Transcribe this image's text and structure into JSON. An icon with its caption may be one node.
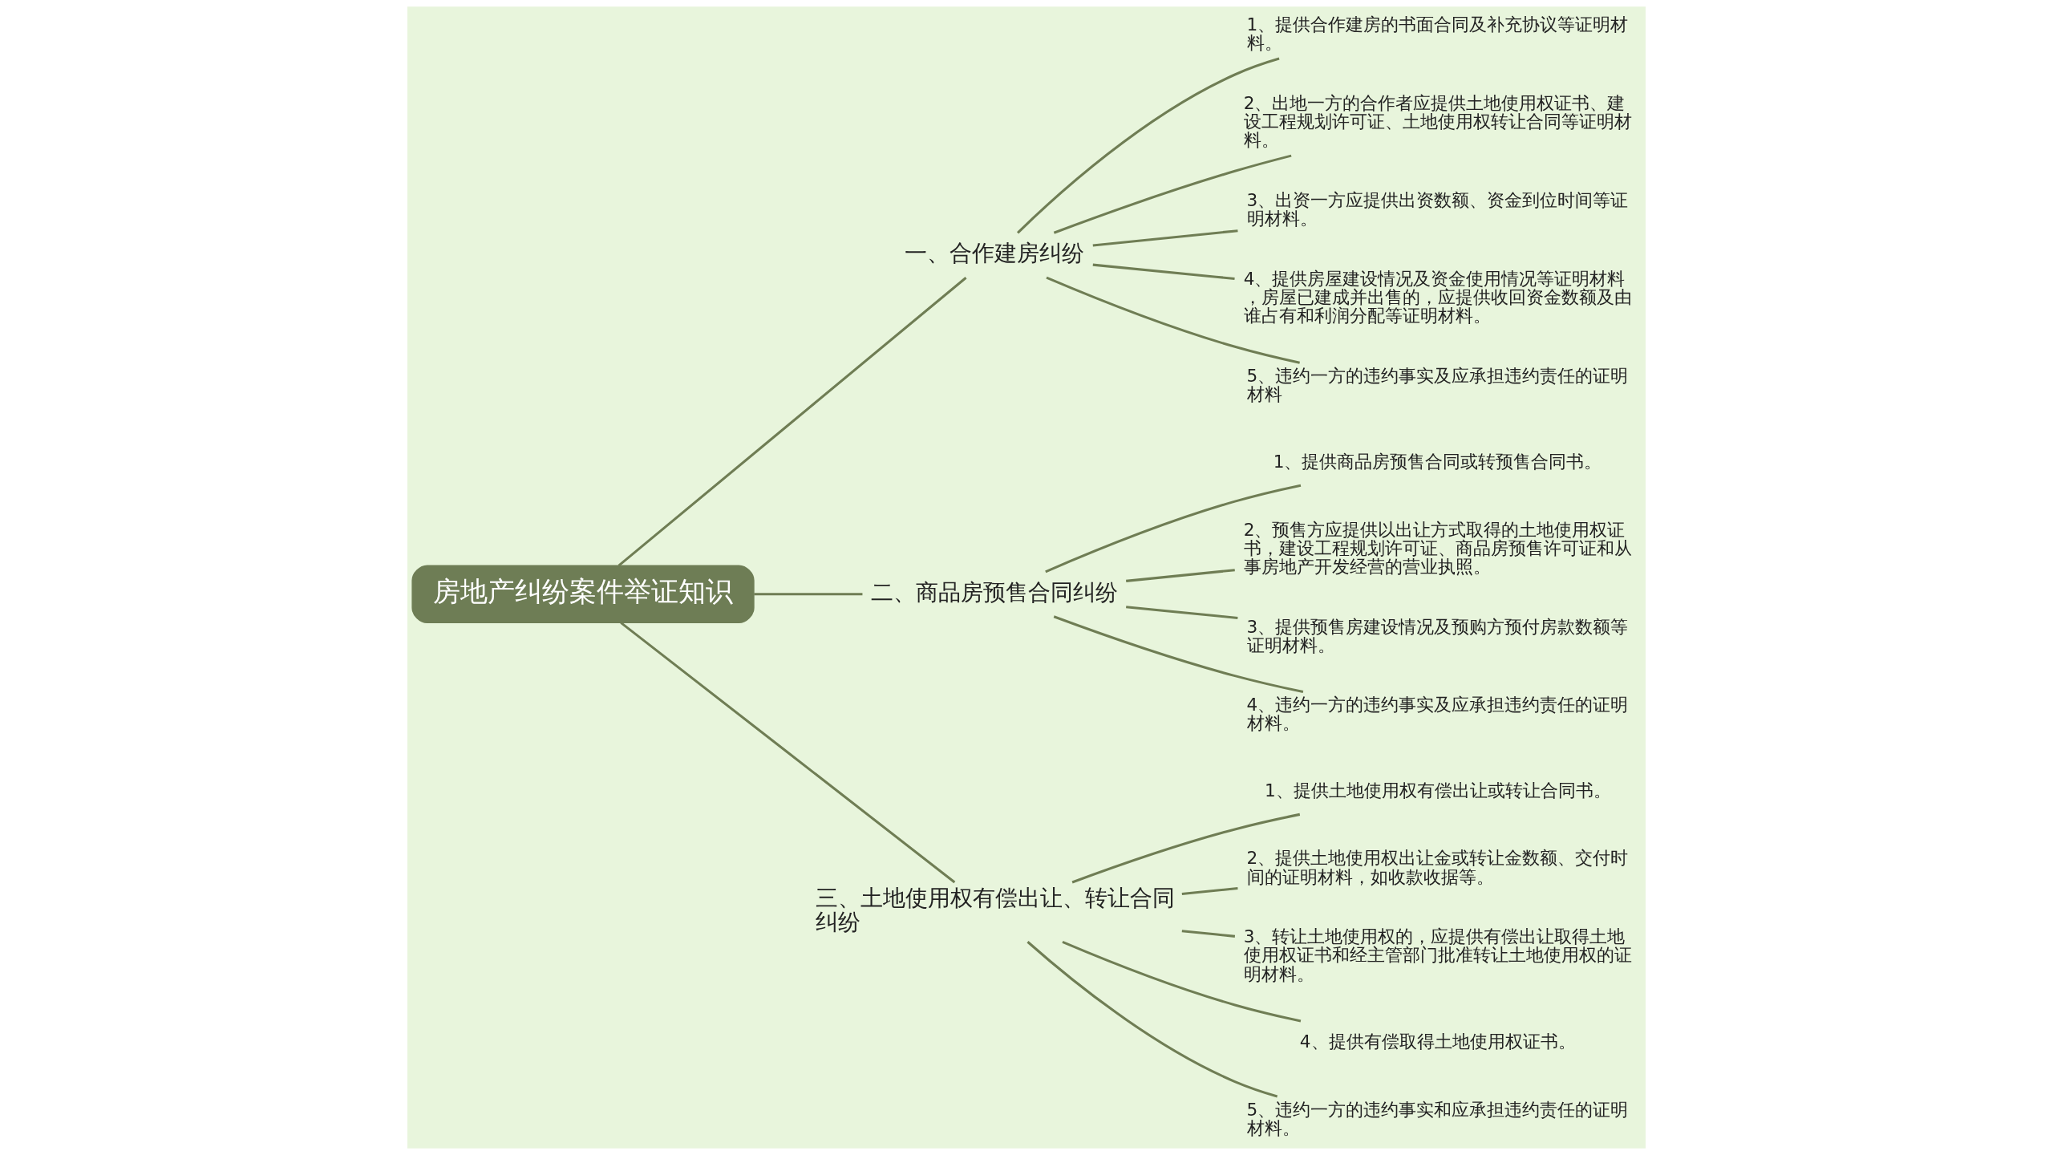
{
  "diagram": {
    "nodes": [
      {
        "text": [
          "房地产纠纷案件举证知识"
        ]
      },
      {
        "text": [
          "一、合作建房纠纷"
        ]
      },
      {
        "text": [
          "1、提供合作建房的书面合同及补充协议等证明材料。"
        ]
      },
      {
        "text": [
          "2、出地一方的合作者应提供土地使用权证书、建设工程规划许可证、土地使用权转让合同等证明材料。"
        ]
      },
      {
        "text": [
          "3、出资一方应提供出资数额、资金到位时间等证明材料。"
        ]
      },
      {
        "text": [
          "4、提供房屋建设情况及资金使用情况等证明材料，房屋已建成并出售的，应提供收回资金数额及由谁占有和利润分配等证明材料。"
        ]
      },
      {
        "text": [
          "5、违约一方的违约事实及应承担违约责任的证明材料"
        ]
      },
      {
        "text": [
          "二、商品房预售合同纠纷"
        ]
      },
      {
        "text": [
          "1、提供商品房预售合同或转预售合同书。"
        ]
      },
      {
        "text": [
          "2、预售方应提供以出让方式取得的土地使用权证书，建设工程规划许可证、商品房预售许可证和从事房地产开发经营的营业执照。"
        ]
      },
      {
        "text": [
          "3、提供预售房建设情况及预购方预付房款数额等证明材料。"
        ]
      },
      {
        "text": [
          "4、违约一方的违约事实及应承担违约责任的证明材料。"
        ]
      },
      {
        "text": [
          "三、土地使用权有偿出让、转让合同纠纷"
        ]
      },
      {
        "text": [
          "1、提供土地使用权有偿出让或转让合同书。"
        ]
      },
      {
        "text": [
          "2、提供土地使用权出让金或转让金数额、交付时间的证明材料，如收款收据等。"
        ]
      },
      {
        "text": [
          "3、转让土地使用权的，应提供有偿出让取得土地使用权证书和经主管部门批准转让土地使用权的证明材料。"
        ]
      },
      {
        "text": [
          "4、提供有偿取得土地使用权证书。"
        ]
      },
      {
        "text": [
          "5、违约一方的违约事实和应承担违约责任的证明材料。"
        ]
      }
    ],
    "edges": [
      {
        "from": 0,
        "to": 1,
        "arrow": "none"
      },
      {
        "from": 1,
        "to": 2,
        "arrow": "none"
      },
      {
        "from": 1,
        "to": 3,
        "arrow": "none"
      },
      {
        "from": 1,
        "to": 4,
        "arrow": "none"
      },
      {
        "from": 1,
        "to": 5,
        "arrow": "none"
      },
      {
        "from": 1,
        "to": 6,
        "arrow": "none"
      },
      {
        "from": 0,
        "to": 7,
        "arrow": "none"
      },
      {
        "from": 7,
        "to": 8,
        "arrow": "none"
      },
      {
        "from": 7,
        "to": 9,
        "arrow": "none"
      },
      {
        "from": 7,
        "to": 10,
        "arrow": "none"
      },
      {
        "from": 7,
        "to": 11,
        "arrow": "none"
      },
      {
        "from": 0,
        "to": 12,
        "arrow": "none"
      },
      {
        "from": 12,
        "to": 13,
        "arrow": "none"
      },
      {
        "from": 12,
        "to": 14,
        "arrow": "none"
      },
      {
        "from": 12,
        "to": 15,
        "arrow": "none"
      },
      {
        "from": 12,
        "to": 16,
        "arrow": "none"
      },
      {
        "from": 12,
        "to": 17,
        "arrow": "none"
      }
    ]
  }
}
